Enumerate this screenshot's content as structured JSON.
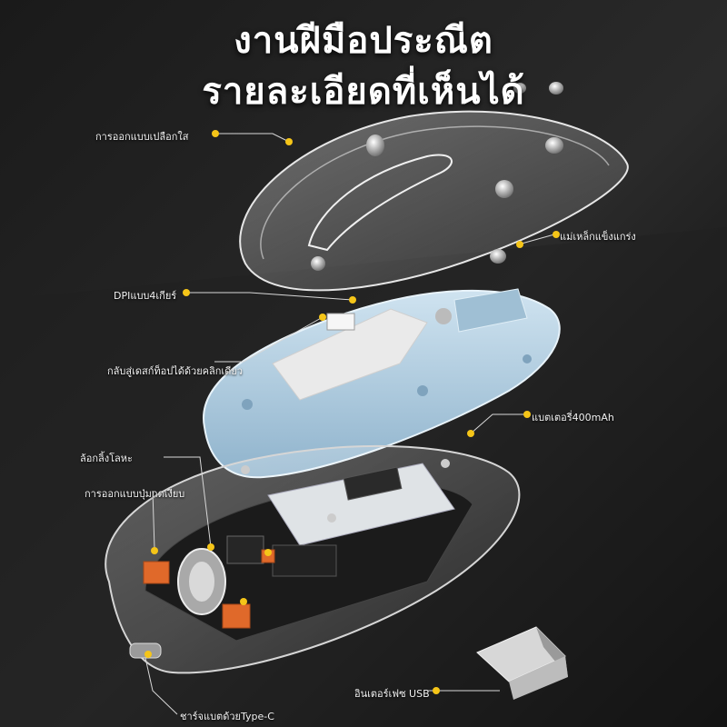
{
  "headline": {
    "line1": "งานฝีมือประณีต",
    "line2": "รายละเอียดที่เห็นได้"
  },
  "callouts": [
    {
      "id": "clear-shell",
      "text": "การออกแบบเปลือกใส"
    },
    {
      "id": "magnets",
      "text": "แม่เหล็กแข็งแกร่ง"
    },
    {
      "id": "dpi",
      "text": "DPIแบบ4เกียร์"
    },
    {
      "id": "desktop-return",
      "text": "กลับสู่เดสก์ท็อปได้ด้วยคลิกเดียว"
    },
    {
      "id": "battery",
      "text": "แบตเตอรี่400mAh"
    },
    {
      "id": "metal-wheel",
      "text": "ล้อกลิ้งโลหะ"
    },
    {
      "id": "silent-buttons",
      "text": "การออกแบบปุ่มกดเงียบ"
    },
    {
      "id": "usb-receiver",
      "text": "อินเตอร์เฟซ USB"
    },
    {
      "id": "type-c",
      "text": "ชาร์จแบตด้วยType-C"
    }
  ],
  "colors": {
    "background": "#0d0d0d",
    "callout_dot": "#f5c518",
    "leader_line": "#d8d8d8",
    "frame": "#b9d4e6",
    "orange_switch": "#e0692a"
  },
  "icons": [
    "wireless-mouse-exploded-view",
    "usb-receiver-dongle"
  ]
}
